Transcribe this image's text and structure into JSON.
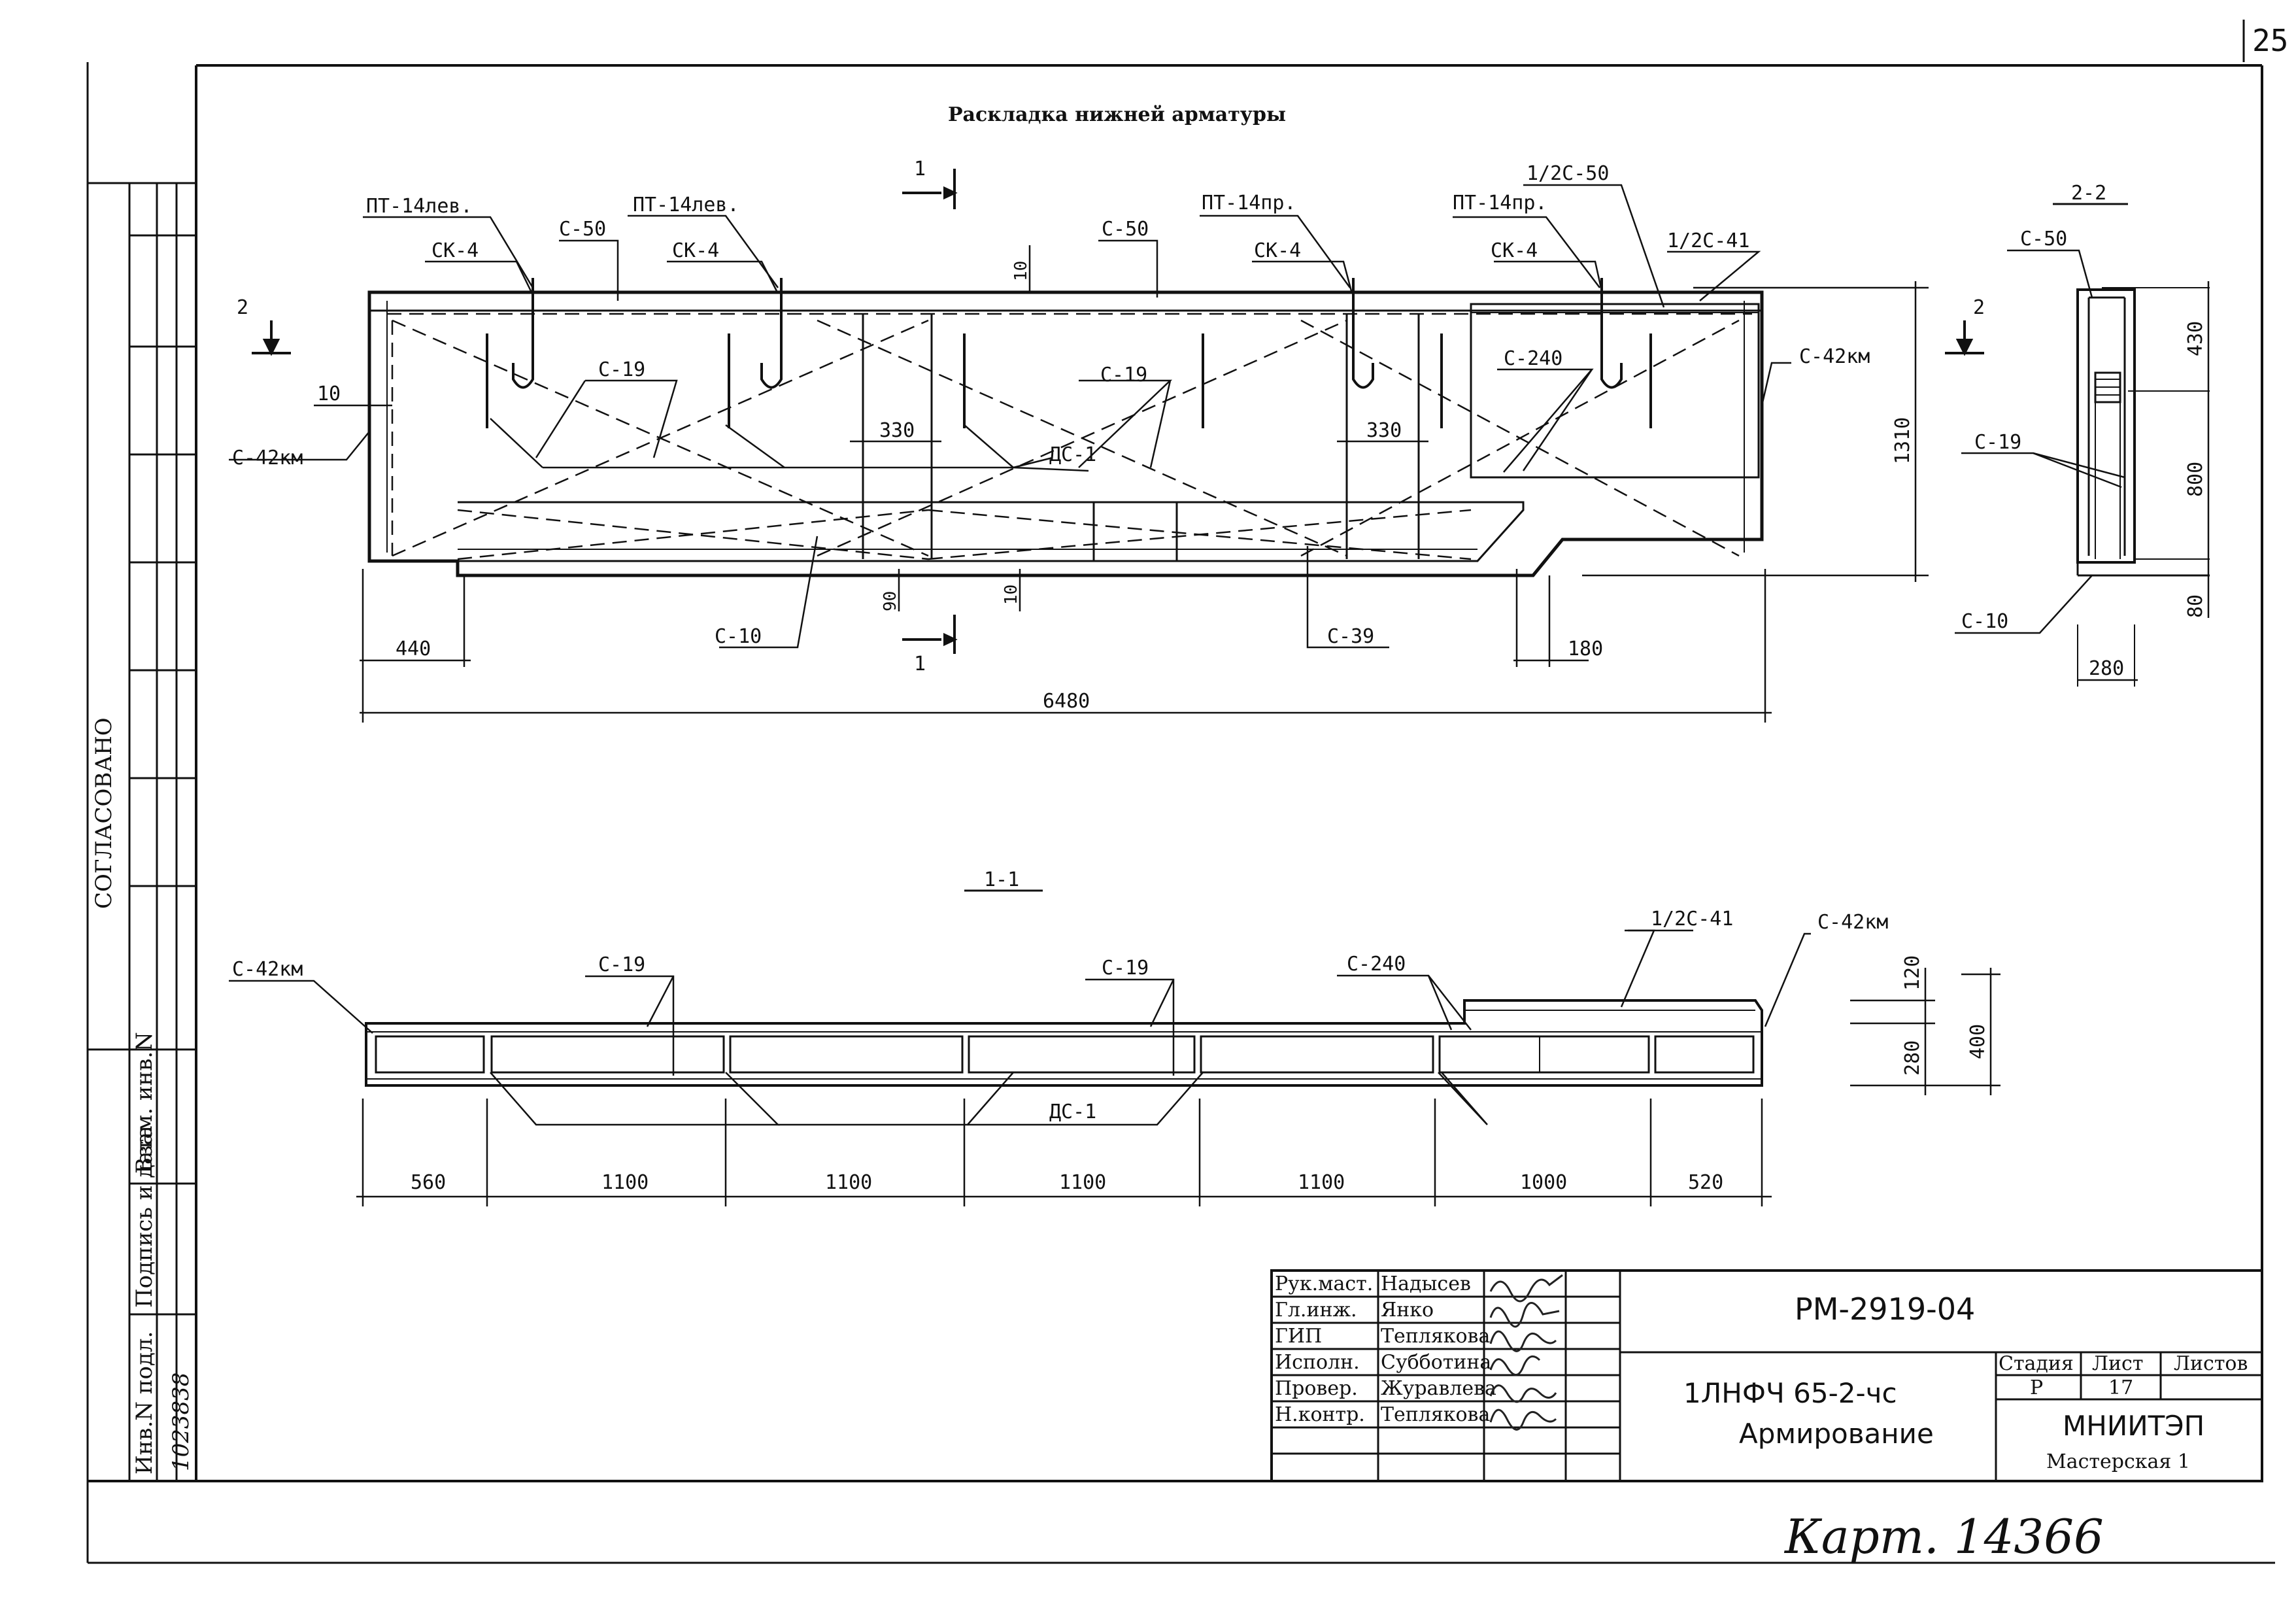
{
  "page_number": "25",
  "plan": {
    "title": "Раскладка нижней арматуры",
    "labels": {
      "pt_left_1": "ПТ-14лев.",
      "pt_left_2": "ПТ-14лев.",
      "pt_right_1": "ПТ-14пр.",
      "pt_right_2": "ПТ-14пр.",
      "sk_1": "СК-4",
      "sk_2": "СК-4",
      "sk_3": "СК-4",
      "sk_4": "СК-4",
      "c50_a": "С-50",
      "c50_b": "С-50",
      "half_c50": "1/2С-50",
      "half_c41": "1/2С-41",
      "c19_a": "С-19",
      "c19_b": "С-19",
      "c240": "С-240",
      "c42_left": "С-42км",
      "c42_right": "С-42км",
      "ds1": "ДС-1",
      "c10": "С-10",
      "c39": "С-39",
      "cut_1": "1",
      "cut_2": "2"
    },
    "dims": {
      "d10_left": "10",
      "d10_top": "10",
      "d330_a": "330",
      "d330_b": "330",
      "d1310": "1310",
      "d90": "90",
      "d10_bot": "10",
      "d440": "440",
      "d180": "180",
      "d6480": "6480"
    }
  },
  "section_2": {
    "title": "2-2",
    "labels": {
      "c50": "С-50",
      "c19": "С-19",
      "c10": "С-10"
    },
    "dims": {
      "d430": "430",
      "d800": "800",
      "d80": "80",
      "d280": "280"
    }
  },
  "section_1": {
    "title": "1-1",
    "labels": {
      "c42_left": "С-42км",
      "c19_a": "С-19",
      "c19_b": "С-19",
      "c240": "С-240",
      "half_c41": "1/2С-41",
      "c42_right": "С-42км",
      "ds1": "ДС-1"
    },
    "dims": {
      "segments": [
        "560",
        "1100",
        "1100",
        "1100",
        "1100",
        "1000",
        "520"
      ],
      "d120": "120",
      "d280": "280",
      "d400": "400"
    }
  },
  "side_stamp": {
    "agreed": "СОГЛАСОВАНО",
    "inv_orig": "Инв.N подл.",
    "sign_date": "Подпись и дата",
    "inv_repl": "Взам. инв.N",
    "inv_number": "1023838"
  },
  "title_block": {
    "roles": [
      "Рук.маст.",
      "Гл.инж.",
      "ГИП",
      "Исполн.",
      "Провер.",
      "Н.контр."
    ],
    "names": [
      "Надысев",
      "Янко",
      "Теплякова",
      "Субботина",
      "Журавлева",
      "Теплякова"
    ],
    "code": "РМ-2919-04",
    "product": "1ЛНФЧ 65-2-чс",
    "sheet_title": "Армирование",
    "stage_label": "Стадия",
    "sheet_label": "Лист",
    "sheets_label": "Листов",
    "stage_value": "Р",
    "sheet_value": "17",
    "org": "МНИИТЭП",
    "workshop": "Мастерская 1"
  },
  "handwritten_note": "Карт. 14366"
}
